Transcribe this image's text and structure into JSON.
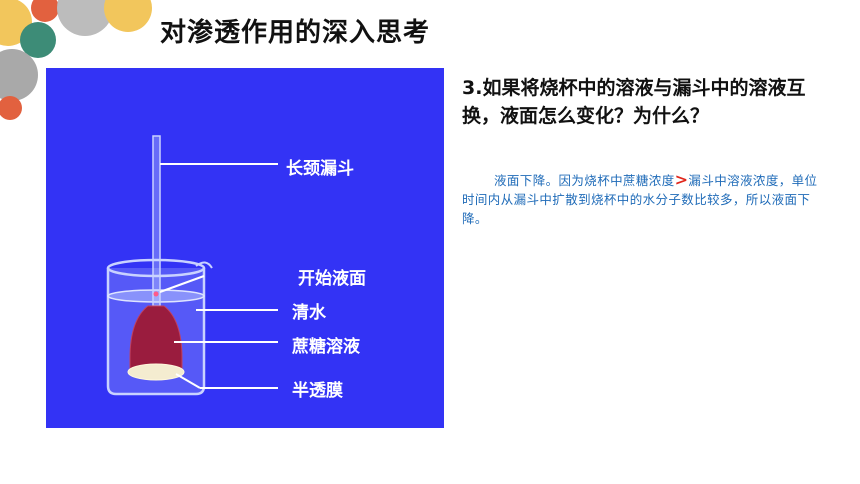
{
  "title": "对渗透作用的深入思考",
  "diagram": {
    "labels": {
      "funnel": "长颈漏斗",
      "start_level": "开始液面",
      "water": "清水",
      "sucrose": "蔗糖溶液",
      "membrane": "半透膜"
    }
  },
  "question": "3.如果将烧杯中的溶液与漏斗中的溶液互换，液面怎么变化？为什么？",
  "answer": {
    "part1": "液面下降。因为烧杯中蔗糖浓度",
    "symbol": ">",
    "part2": "漏斗中溶液浓度，单位时间内从漏斗中扩散到烧杯中的水分子数比较多，所以液面下降。"
  },
  "colors": {
    "diagram_bg": "#3333f5",
    "answer_text": "#1f6bb8",
    "symbol": "#e0261b",
    "sucrose": "#9a1c3e"
  }
}
